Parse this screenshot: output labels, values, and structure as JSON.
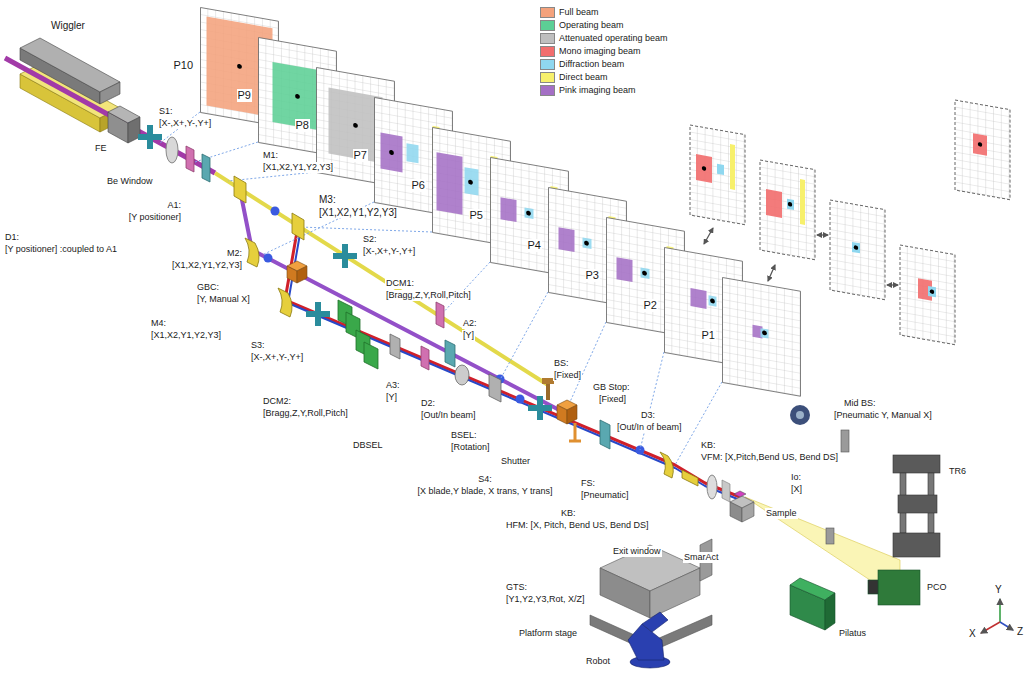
{
  "diagram": {
    "nodes": [
      {
        "text": [
          "P10"
        ]
      },
      {
        "text": [
          "P9"
        ]
      },
      {
        "text": [
          "P8"
        ]
      },
      {
        "text": [
          "P7"
        ]
      },
      {
        "text": [
          "P6"
        ]
      },
      {
        "text": [
          "P5"
        ]
      },
      {
        "text": [
          "P4"
        ]
      },
      {
        "text": [
          "P3"
        ]
      },
      {
        "text": [
          "P2"
        ]
      },
      {
        "text": [
          "P1"
        ]
      }
    ],
    "labels": [
      "Wiggler",
      "FE",
      "S1:",
      "[X-,X+,Y-,Y+]",
      "Be Window",
      "A1:",
      "[Y positioner]",
      "D1:",
      "[Y positioner] :coupled to A1",
      "M1:",
      "[X1,X2,Y1,Y2,Y3]",
      "M3:",
      "[X1,X2,Y1,Y2,Y3]",
      "M2:",
      "[X1,X2,Y1,Y2,Y3]",
      "GBC:",
      "[Y, Manual X]",
      "M4:",
      "[X1,X2,Y1,Y2,Y3]",
      "S2:",
      "[X-,X+,Y-,Y+]",
      "S3:",
      "[X-,X+,Y-,Y+]",
      "DCM1:",
      "[Bragg,Z,Y,Roll,Pitch]",
      "DCM2:",
      "[Bragg,Z,Y,Roll,Pitch]",
      "A2:",
      "[Y]",
      "A3:",
      "[Y]",
      "D2:",
      "[Out/In beam]",
      "DBSEL",
      "BSEL:",
      "[Rotation]",
      "BS:",
      "[Fixed]",
      "GB Stop:",
      "[Fixed]",
      "Shutter",
      "S4:",
      "[X blade,Y blade, X trans, Y trans]",
      "D3:",
      "[Out/In of beam]",
      "FS:",
      "[Pneumatic]",
      "KB:",
      "VFM: [X,Pitch,Bend US, Bend DS]",
      "Io:",
      "[X]",
      "Mid BS:",
      "[Pneumatic Y, Manual X]",
      "TR6",
      "KB:",
      "HFM: [X, Pitch, Bend US, Bend DS]",
      "Exit window",
      "Sample",
      "SmarAct",
      "GTS:",
      "[Y1,Y2,Y3,Rot, X/Z]",
      "Platform stage",
      "Robot",
      "Pilatus",
      "PCO",
      "X",
      "Y",
      "Z"
    ],
    "legend": [
      {
        "text": "Full beam",
        "color": "#f4a27c"
      },
      {
        "text": "Operating beam",
        "color": "#5ccf95"
      },
      {
        "text": "Attenuated operating beam",
        "color": "#bfbfbf"
      },
      {
        "text": "Mono imaging beam",
        "color": "#f26d6d"
      },
      {
        "text": "Diffraction beam",
        "color": "#8fd7ef"
      },
      {
        "text": "Direct beam",
        "color": "#f7f06c"
      },
      {
        "text": "Pink imaging beam",
        "color": "#a46fc5"
      }
    ]
  }
}
